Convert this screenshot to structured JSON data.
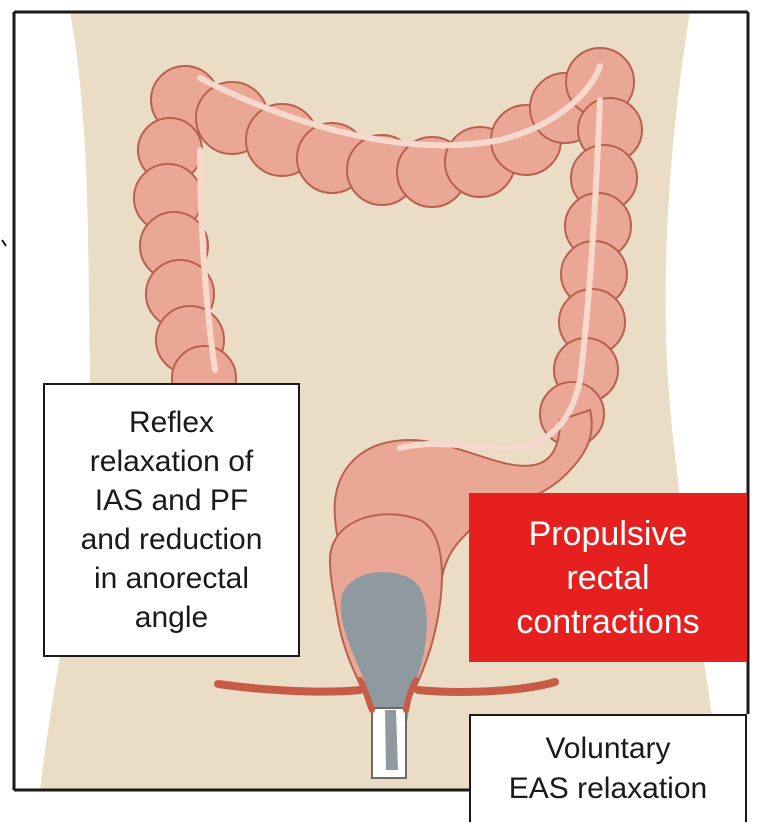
{
  "labels": {
    "reflex_relaxation": [
      "Reflex",
      "relaxation of",
      "IAS and PF",
      "and reduction",
      "in anorectal",
      "angle"
    ],
    "propulsive_contractions": [
      "Propulsive",
      "rectal",
      "contractions"
    ],
    "voluntary_relaxation": [
      "Voluntary",
      "EAS relaxation"
    ]
  },
  "colors": {
    "body_skin": "#eadcc5",
    "colon": "#eba796",
    "colon_outline": "#b8614f",
    "colon_highlight": "#f7d8cd",
    "stool": "#8e9aa0",
    "muscle": "#c85a48",
    "accent_red": "#e5201f",
    "frame": "#1a1a1a"
  }
}
